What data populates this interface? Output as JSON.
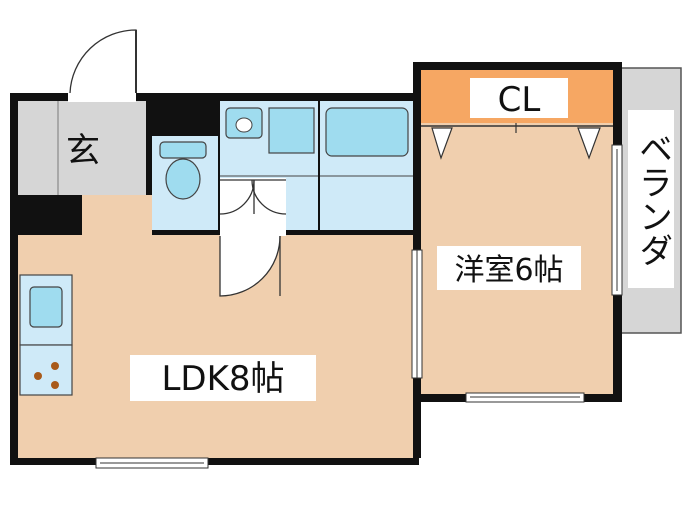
{
  "rooms": {
    "genkan": "玄",
    "closet": "CL",
    "balcony": "ベランダ",
    "western_room": "洋室6帖",
    "ldk": "LDK8帖"
  },
  "colors": {
    "wall": "#111111",
    "floor": "#f0cfae",
    "wet_area": "#cfeaf8",
    "fixture": "#9fdcef",
    "closet": "#f6a763",
    "balcony": "#d6d6d6",
    "genkan": "#d6d6d6"
  }
}
